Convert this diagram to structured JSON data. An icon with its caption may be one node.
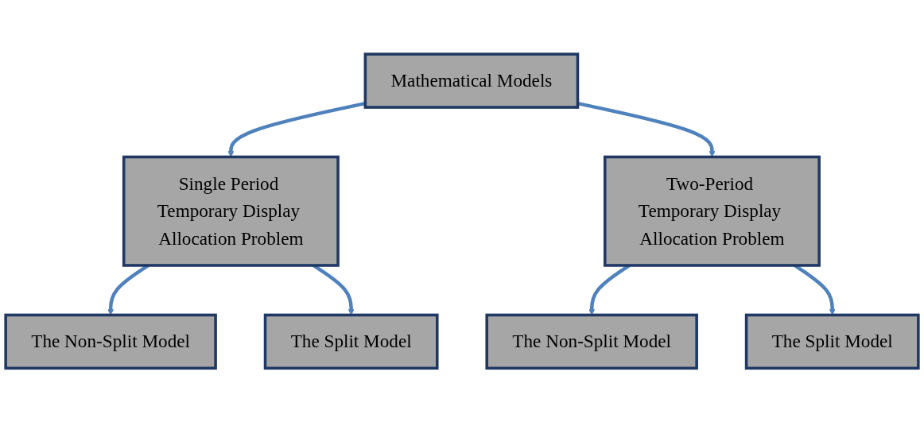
{
  "diagram": {
    "nodes": [
      {
        "text": [
          "Mathematical Models"
        ]
      },
      {
        "text": [
          "Single Period Temporary Display Allocation Problem"
        ]
      },
      {
        "text": [
          "Two-Period Temporary Display Allocation Problem"
        ]
      },
      {
        "text": [
          "The Non-Split Model"
        ]
      },
      {
        "text": [
          "The Split Model"
        ]
      },
      {
        "text": [
          "The Non-Split Model"
        ]
      },
      {
        "text": [
          "The Split Model"
        ]
      }
    ],
    "edges": [
      {
        "from": 0,
        "to": 1,
        "arrow": "to"
      },
      {
        "from": 0,
        "to": 2,
        "arrow": "to"
      },
      {
        "from": 1,
        "to": 3,
        "arrow": "to"
      },
      {
        "from": 1,
        "to": 4,
        "arrow": "to"
      },
      {
        "from": 2,
        "to": 5,
        "arrow": "to"
      },
      {
        "from": 2,
        "to": 6,
        "arrow": "to"
      }
    ]
  }
}
